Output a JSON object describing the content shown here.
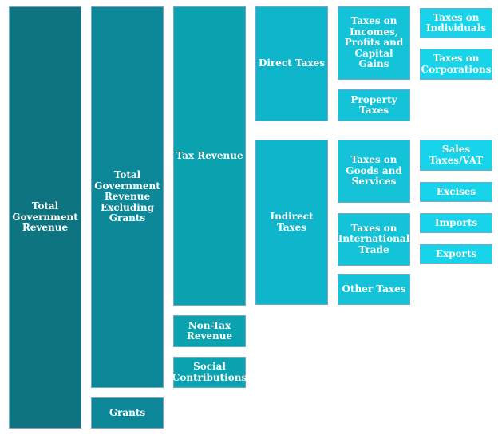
{
  "diagram": {
    "type": "hierarchy",
    "description_root": "Total Government Revenue",
    "levels": 6
  },
  "colors": {
    "level1": "#0d7480",
    "level2": "#0c8798",
    "level3": "#0aa2af",
    "level4": "#0fb6cb",
    "level5": "#15c3d9",
    "level6": "#18d4ea",
    "border": "#79a5cd",
    "text": "#ffffff",
    "background": "#ffffff"
  },
  "nodes": {
    "total_government_revenue": {
      "label": "Total\nGovernment\nRevenue",
      "level": 1
    },
    "total_government_revenue_excluding_grants": {
      "label": "Total\nGovernment\nRevenue\nExcluding\nGrants",
      "level": 2
    },
    "grants": {
      "label": "Grants",
      "level": 2
    },
    "tax_revenue": {
      "label": "Tax Revenue",
      "level": 3
    },
    "non_tax_revenue": {
      "label": "Non-Tax\nRevenue",
      "level": 3
    },
    "social_contributions": {
      "label": "Social\nContributions",
      "level": 3
    },
    "direct_taxes": {
      "label": "Direct Taxes",
      "level": 4
    },
    "indirect_taxes": {
      "label": "Indirect\nTaxes",
      "level": 4
    },
    "taxes_on_incomes_profits_and_capital_gains": {
      "label": "Taxes on\nIncomes,\nProfits and\nCapital Gains",
      "level": 5
    },
    "property_taxes": {
      "label": "Property\nTaxes",
      "level": 5
    },
    "taxes_on_goods_and_services": {
      "label": "Taxes on\nGoods and\nServices",
      "level": 5
    },
    "taxes_on_international_trade": {
      "label": "Taxes on\nInternational\nTrade",
      "level": 5
    },
    "other_taxes": {
      "label": "Other Taxes",
      "level": 5
    },
    "taxes_on_individuals": {
      "label": "Taxes on\nIndividuals",
      "level": 6
    },
    "taxes_on_corporations": {
      "label": "Taxes on\nCorporations",
      "level": 6
    },
    "sales_taxes_vat": {
      "label": "Sales\nTaxes/VAT",
      "level": 6
    },
    "excises": {
      "label": "Excises",
      "level": 6
    },
    "imports": {
      "label": "Imports",
      "level": 6
    },
    "exports": {
      "label": "Exports",
      "level": 6
    }
  },
  "hierarchy": {
    "total_government_revenue": [
      "total_government_revenue_excluding_grants",
      "grants"
    ],
    "total_government_revenue_excluding_grants": [
      "tax_revenue",
      "non_tax_revenue",
      "social_contributions"
    ],
    "tax_revenue": [
      "direct_taxes",
      "indirect_taxes"
    ],
    "direct_taxes": [
      "taxes_on_incomes_profits_and_capital_gains",
      "property_taxes"
    ],
    "indirect_taxes": [
      "taxes_on_goods_and_services",
      "taxes_on_international_trade",
      "other_taxes"
    ],
    "taxes_on_incomes_profits_and_capital_gains": [
      "taxes_on_individuals",
      "taxes_on_corporations"
    ],
    "taxes_on_goods_and_services": [
      "sales_taxes_vat",
      "excises"
    ],
    "taxes_on_international_trade": [
      "imports",
      "exports"
    ]
  }
}
